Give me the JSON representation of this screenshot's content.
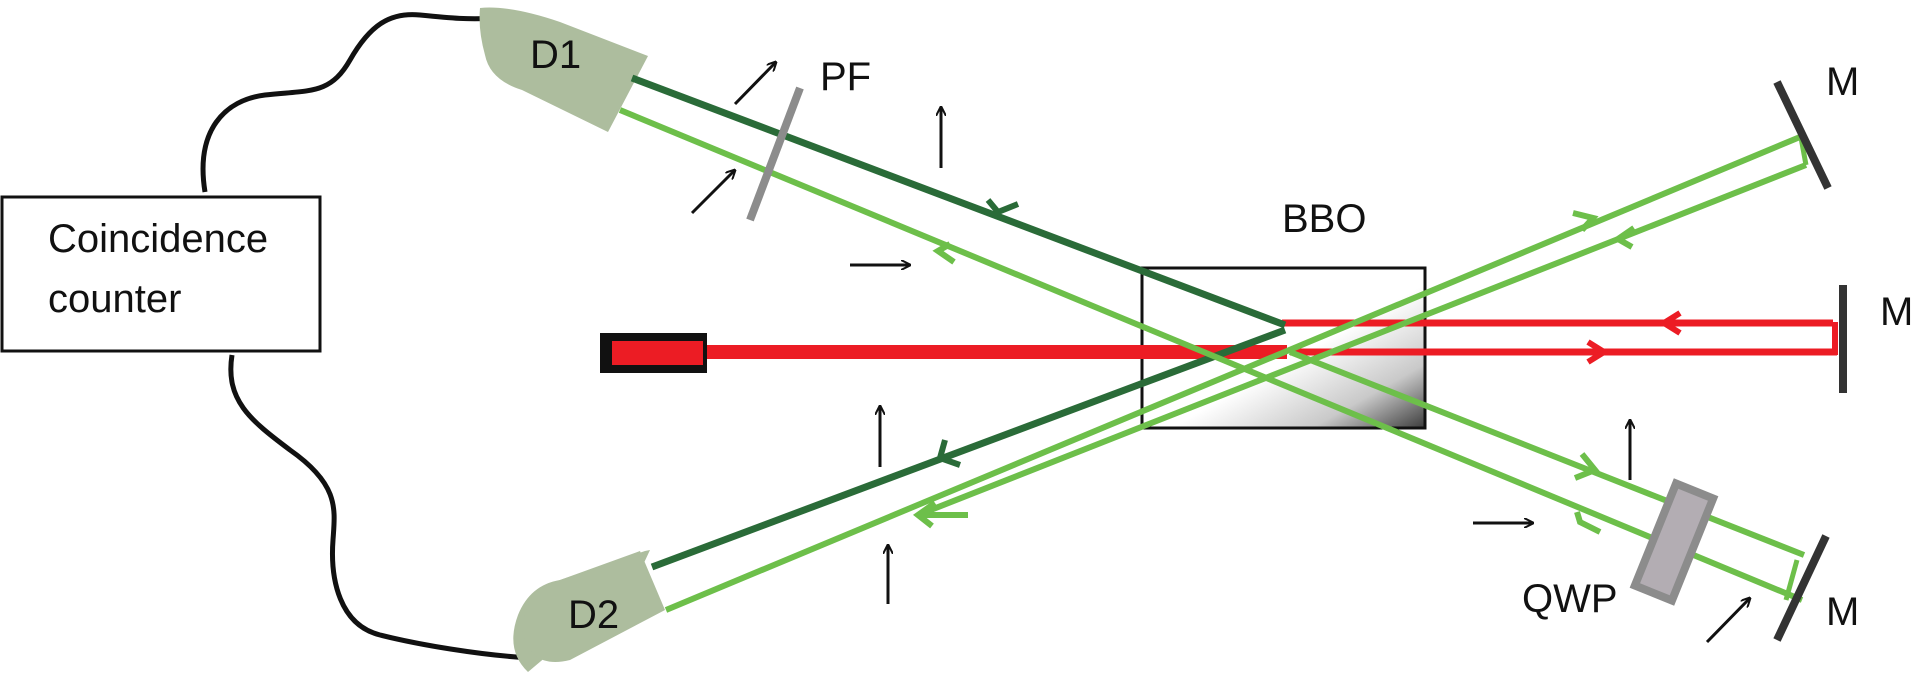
{
  "labels": {
    "counter_line1": "Coincidence",
    "counter_line2": "counter",
    "detector1": "D1",
    "detector2": "D2",
    "polarizing_filter": "PF",
    "crystal": "BBO",
    "mirror_top": "M",
    "mirror_middle": "M",
    "mirror_bottom": "M",
    "waveplate": "QWP"
  },
  "colors": {
    "pump_beam": "#ec1c24",
    "idler_dark_green": "#2a6b38",
    "signal_light_green": "#6dbf4a",
    "detector_fill": "#adbd9e",
    "filter_gray": "#8c8c8c",
    "mirror": "#333333",
    "waveplate_fill": "#b3adb3",
    "cable": "#111111"
  },
  "icons": {
    "polarization_arrows": "arrow-icon",
    "beam_direction": "chevron-arrowhead-icon"
  }
}
